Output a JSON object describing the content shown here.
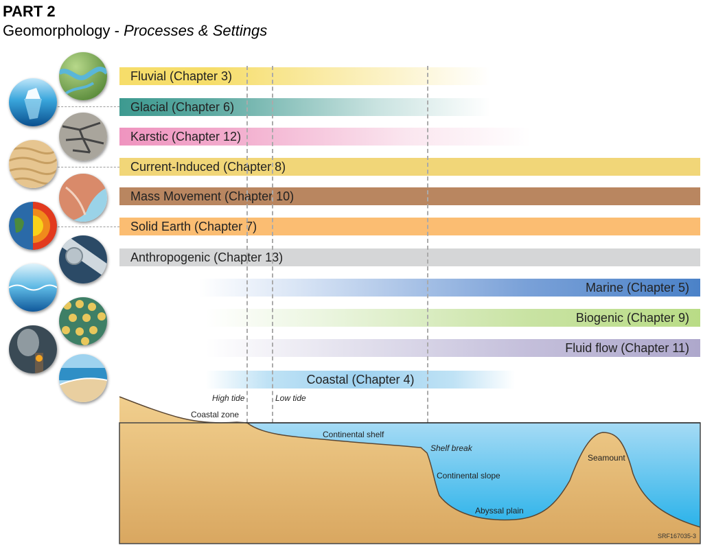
{
  "header": {
    "part": "PART 2",
    "subtitle_main": "Geomorphology - ",
    "subtitle_italic": "Processes & Settings"
  },
  "bands": [
    {
      "label": "Fluvial (Chapter 3)",
      "color": "#f6dd6a"
    },
    {
      "label": "Glacial (Chapter 6)",
      "color": "#3d9a90"
    },
    {
      "label": "Karstic (Chapter 12)",
      "color": "#ef94bf"
    },
    {
      "label": "Current-Induced (Chapter 8)",
      "color": "#f1d678"
    },
    {
      "label": "Mass Movement (Chapter 10)",
      "color": "#b98660"
    },
    {
      "label": "Solid Earth (Chapter 7)",
      "color": "#fbbd72"
    },
    {
      "label": "Anthropogenic (Chapter 13)",
      "color": "#d5d6d7"
    },
    {
      "label": "Marine (Chapter 5)",
      "color": "#4b82c8"
    },
    {
      "label": "Biogenic (Chapter 9)",
      "color": "#b9dc86"
    },
    {
      "label": "Fluid flow (Chapter 11)",
      "color": "#aea8cc"
    },
    {
      "label": "Coastal (Chapter 4)",
      "color": "#9fd2f0"
    }
  ],
  "profile": {
    "high_tide": "High tide",
    "low_tide": "Low tide",
    "coastal_zone": "Coastal zone",
    "continental_shelf": "Continental shelf",
    "shelf_break": "Shelf break",
    "continental_slope": "Continental slope",
    "abyssal_plain": "Abyssal plain",
    "seamount": "Seamount",
    "figure_code": "SRF167035-3",
    "colors": {
      "sediment": "#e5b86d",
      "water": "#29b4ec"
    }
  },
  "globes": [
    {
      "name": "river-globe-icon"
    },
    {
      "name": "iceberg-globe-icon"
    },
    {
      "name": "karst-rock-globe-icon"
    },
    {
      "name": "sand-ripples-globe-icon"
    },
    {
      "name": "landslide-globe-icon"
    },
    {
      "name": "earth-core-globe-icon"
    },
    {
      "name": "pipeline-globe-icon"
    },
    {
      "name": "ocean-wave-globe-icon"
    },
    {
      "name": "coral-globe-icon"
    },
    {
      "name": "volcanic-vent-globe-icon"
    },
    {
      "name": "beach-globe-icon"
    }
  ]
}
